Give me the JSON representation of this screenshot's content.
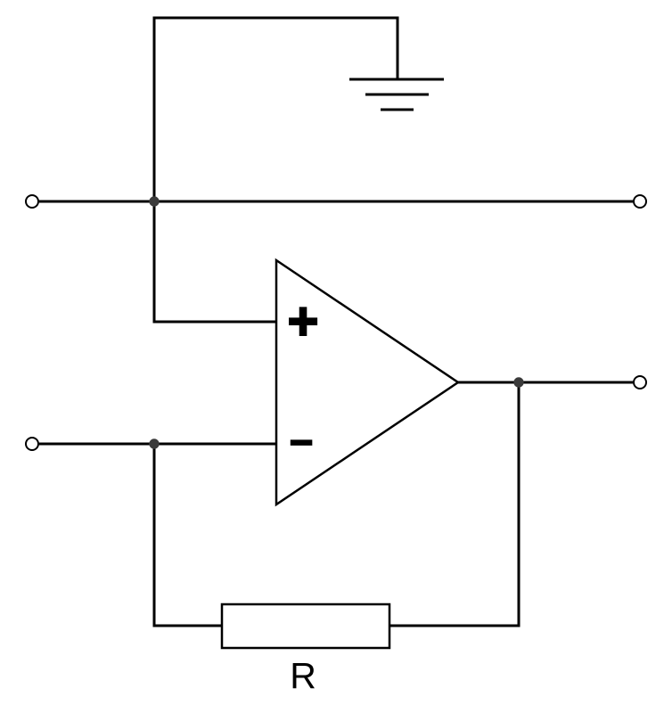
{
  "diagram": {
    "kind": "circuit-schematic",
    "colors": {
      "background": "#ffffff",
      "wire": "#000000",
      "component_fill": "#ffffff",
      "junction_dot": "#3a3a3a",
      "text": "#000000"
    },
    "opamp": {
      "plus_label": "+",
      "minus_label": "−"
    },
    "resistor": {
      "label": "R"
    },
    "ground": {
      "bar_count": 3
    },
    "terminals": {
      "count": 4
    },
    "junctions": {
      "count": 3
    }
  }
}
